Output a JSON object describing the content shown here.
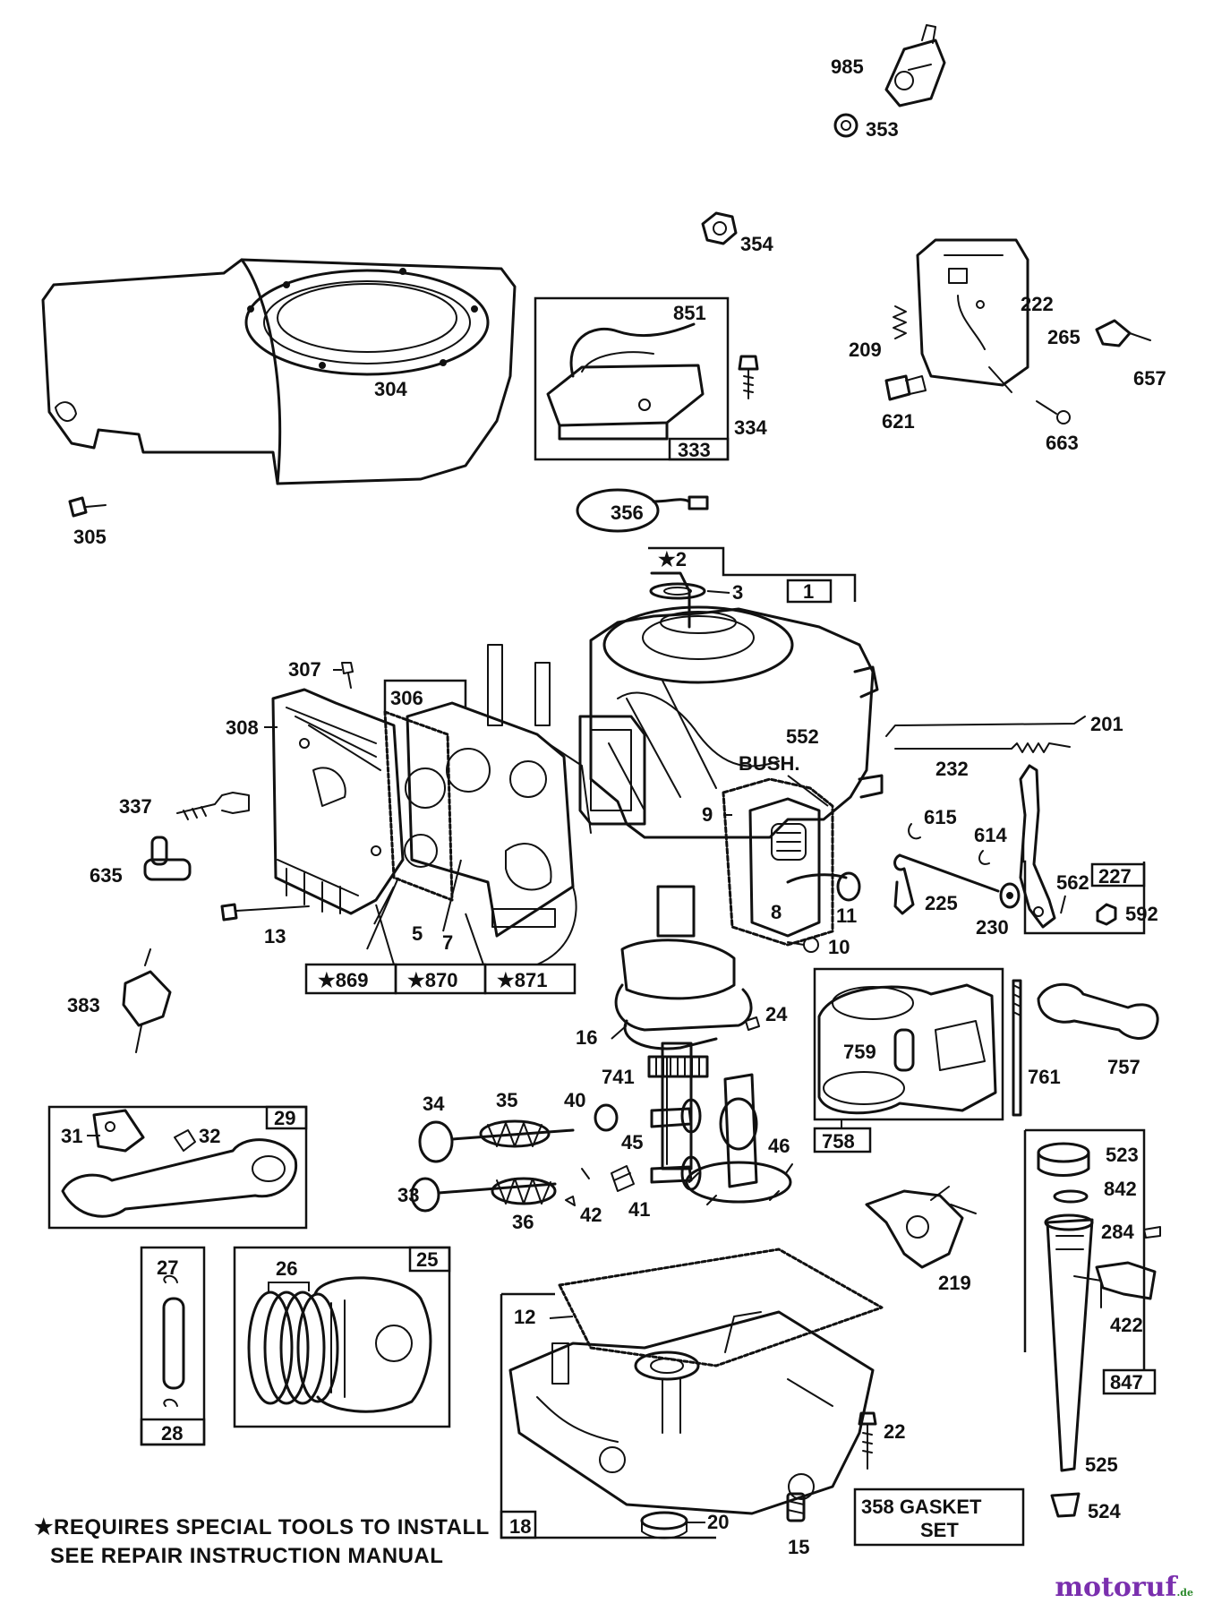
{
  "labels": {
    "p985": "985",
    "p353": "353",
    "p354": "354",
    "p851": "851",
    "p334": "334",
    "p333": "333",
    "p222": "222",
    "p209": "209",
    "p265": "265",
    "p657": "657",
    "p621": "621",
    "p663": "663",
    "p304": "304",
    "p305": "305",
    "p356": "356",
    "p2": "★2",
    "p3": "3",
    "p1": "1",
    "p307": "307",
    "p306": "306",
    "p308": "308",
    "p201": "201",
    "p552": "552",
    "pbush": "BUSH.",
    "p232": "232",
    "p337": "337",
    "p9": "9",
    "p615": "615",
    "p614": "614",
    "p635": "635",
    "p562": "562",
    "p227": "227",
    "p225": "225",
    "p592": "592",
    "p8": "8",
    "p11": "11",
    "p230": "230",
    "p13": "13",
    "p5": "5",
    "p7": "7",
    "p10": "10",
    "p869": "★869",
    "p870": "★870",
    "p871": "★871",
    "p383": "383",
    "p24": "24",
    "p16": "16",
    "p759": "759",
    "p761": "761",
    "p757": "757",
    "p741": "741",
    "p34": "34",
    "p35": "35",
    "p40": "40",
    "p31": "31",
    "p32": "32",
    "p29": "29",
    "p45": "45",
    "p46": "46",
    "p758": "758",
    "p523": "523",
    "p33": "33",
    "p42": "42",
    "p41": "41",
    "p36": "36",
    "p842": "842",
    "p284": "284",
    "p219": "219",
    "p27": "27",
    "p26": "26",
    "p25": "25",
    "p12": "12",
    "p422": "422",
    "p847": "847",
    "p28": "28",
    "p22": "22",
    "p525": "525",
    "p358": "358 GASKET",
    "p358b": "SET",
    "p18": "18",
    "p20": "20",
    "p524": "524",
    "p15": "15"
  },
  "note": {
    "line1": "★REQUIRES SPECIAL TOOLS TO INSTALL",
    "line2": "SEE REPAIR INSTRUCTION MANUAL"
  },
  "brand": {
    "name": "motoruf",
    "tld": ".de"
  },
  "colors": {
    "ink": "#111111",
    "paper": "#ffffff",
    "brand": "#7a2fae",
    "brand_tld": "#2c8a2c"
  }
}
